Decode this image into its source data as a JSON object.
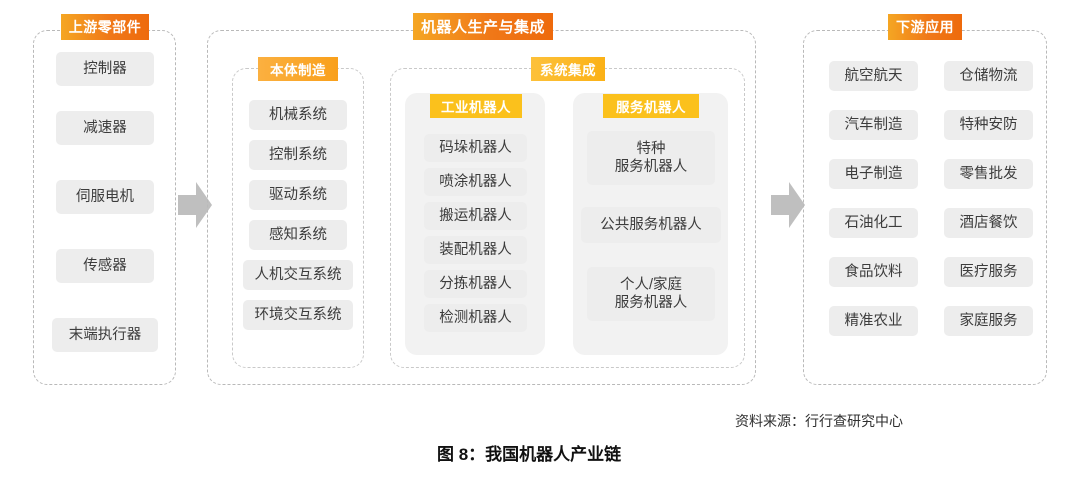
{
  "figure": {
    "caption": "图 8：我国机器人产业链",
    "source": "资料来源：行行查研究中心"
  },
  "colors": {
    "badge_strong_from": "#F5A623",
    "badge_strong_to": "#EE6A0C",
    "badge_mid": "#F9A01B",
    "badge_light": "#FBB116",
    "badge_gold": "#FBC11C",
    "chip_bg": "#EDEDED",
    "panel_bg": "#F2F2F2",
    "dashed_border": "#B9B9B9",
    "arrow": "#BFBFBF",
    "text": "#3C3C3C"
  },
  "upstream": {
    "title": "上游零部件",
    "items": [
      {
        "label": "控制器"
      },
      {
        "label": "减速器"
      },
      {
        "label": "伺服电机"
      },
      {
        "label": "传感器"
      },
      {
        "label": "末端执行器"
      }
    ]
  },
  "midstream": {
    "title": "机器人生产与集成",
    "body_manufacturing": {
      "title": "本体制造",
      "items": [
        {
          "label": "机械系统"
        },
        {
          "label": "控制系统"
        },
        {
          "label": "驱动系统"
        },
        {
          "label": "感知系统"
        },
        {
          "label": "人机交互系统"
        },
        {
          "label": "环境交互系统"
        }
      ]
    },
    "system_integration": {
      "title": "系统集成",
      "groups": [
        {
          "title": "工业机器人",
          "items": [
            {
              "label": "码垛机器人"
            },
            {
              "label": "喷涂机器人"
            },
            {
              "label": "搬运机器人"
            },
            {
              "label": "装配机器人"
            },
            {
              "label": "分拣机器人"
            },
            {
              "label": "检测机器人"
            }
          ]
        },
        {
          "title": "服务机器人",
          "items": [
            {
              "label": "特种\n服务机器人"
            },
            {
              "label": "公共服务机器人"
            },
            {
              "label": "个人/家庭\n服务机器人"
            }
          ]
        }
      ]
    }
  },
  "downstream": {
    "title": "下游应用",
    "columns": [
      {
        "items": [
          {
            "label": "航空航天"
          },
          {
            "label": "汽车制造"
          },
          {
            "label": "电子制造"
          },
          {
            "label": "石油化工"
          },
          {
            "label": "食品饮料"
          },
          {
            "label": "精准农业"
          }
        ]
      },
      {
        "items": [
          {
            "label": "仓储物流"
          },
          {
            "label": "特种安防"
          },
          {
            "label": "零售批发"
          },
          {
            "label": "酒店餐饮"
          },
          {
            "label": "医疗服务"
          },
          {
            "label": "家庭服务"
          }
        ]
      }
    ]
  },
  "arrows": [
    {
      "name": "arrow-upstream-to-midstream"
    },
    {
      "name": "arrow-midstream-to-downstream"
    }
  ]
}
